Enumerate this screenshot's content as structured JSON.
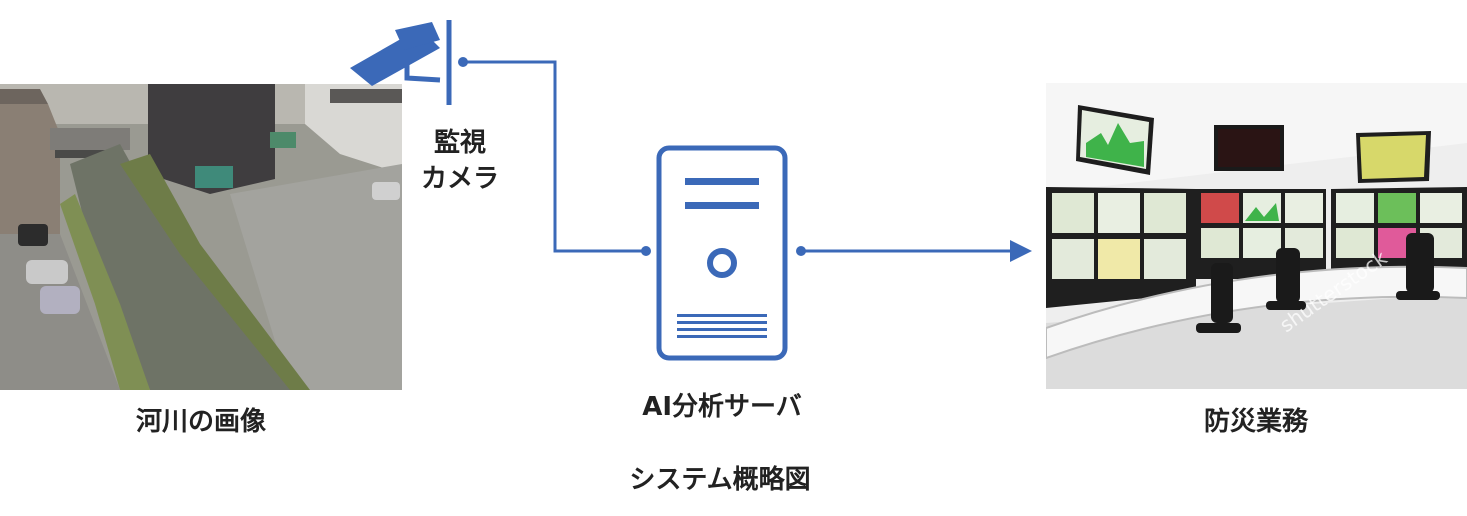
{
  "labels": {
    "river_image": "河川の画像",
    "camera": [
      "監視",
      "カメラ"
    ],
    "server": "AI分析サーバ",
    "disaster": "防災業務",
    "caption": "システム概略図"
  },
  "colors": {
    "accent": "#3b69b8",
    "text": "#222222"
  },
  "images": {
    "river": "river-photo",
    "control_room": "control-room-photo"
  },
  "watermark": "shutterstock"
}
